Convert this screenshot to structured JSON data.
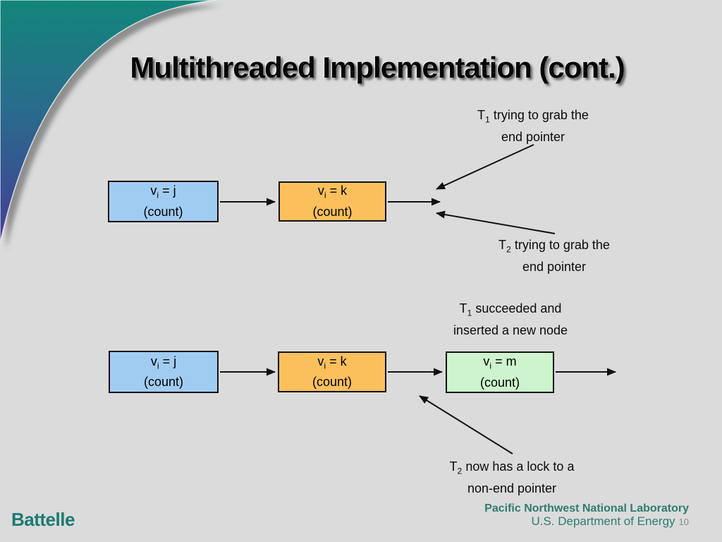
{
  "slide": {
    "title": "Multithreaded Implementation (cont.)",
    "background": "#DBDBDB",
    "page_number": "10"
  },
  "footer": {
    "battelle_logo": "Battelle",
    "lab_name": "Pacific Northwest National Laboratory",
    "agency": "U.S. Department of Energy"
  },
  "colors": {
    "node_blue": "#A1CCF2",
    "node_orange": "#FBC05C",
    "node_green": "#CDF4CD",
    "swoosh_green": "#12867A",
    "swoosh_mid": "#2A6B8C",
    "swoosh_blue": "#433D96",
    "teal_text": "#1C7B72",
    "pnnl_text": "#2E7D6F",
    "page_number_gray": "#8A8A8A"
  },
  "diagram": {
    "row1_nodes": [
      {
        "var": "v",
        "sub": "i",
        "eq": " = j",
        "line2": "(count)"
      },
      {
        "var": "v",
        "sub": "i",
        "eq": " = k",
        "line2": "(count)"
      }
    ],
    "row2_nodes": [
      {
        "var": "v",
        "sub": "i",
        "eq": " = j",
        "line2": "(count)"
      },
      {
        "var": "v",
        "sub": "i",
        "eq": " = k",
        "line2": "(count)"
      },
      {
        "var": "v",
        "sub": "i",
        "eq": " = m",
        "line2": "(count)"
      }
    ],
    "annotations": {
      "t1_grab": {
        "t": "T",
        "sub": "1",
        "rest": " trying to grab the",
        "line2": "end pointer"
      },
      "t2_grab": {
        "t": "T",
        "sub": "2",
        "rest": " trying to grab the",
        "line2": "end pointer"
      },
      "t1_success": {
        "t": "T",
        "sub": "1",
        "rest": " succeeded and",
        "line2": "inserted a new node"
      },
      "t2_lock": {
        "t": "T",
        "sub": "2",
        "rest": " now has a lock to a",
        "line2": "non-end pointer"
      }
    }
  }
}
